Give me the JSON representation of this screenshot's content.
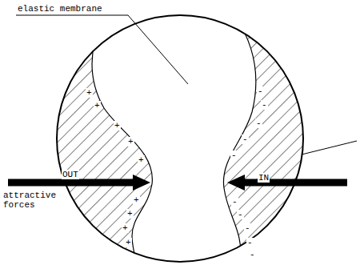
{
  "diagram": {
    "labels": [
      "elastic membrane",
      "attractive forces",
      "OUT",
      "IN",
      "+",
      "+",
      "+",
      "+",
      "+",
      "+",
      "+",
      "+",
      "+",
      "-",
      "-",
      "-",
      "-",
      "-",
      "-",
      "-",
      "-",
      "-",
      "-"
    ]
  }
}
